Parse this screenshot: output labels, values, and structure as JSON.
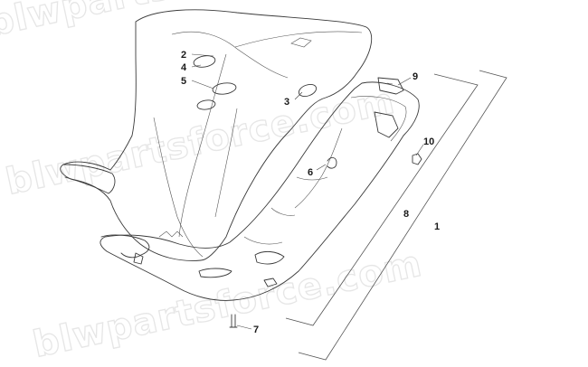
{
  "watermark": {
    "text": "blwpartsforce.com"
  },
  "callouts": [
    {
      "id": "c1",
      "label": "1"
    },
    {
      "id": "c2",
      "label": "2"
    },
    {
      "id": "c3",
      "label": "3"
    },
    {
      "id": "c4",
      "label": "4"
    },
    {
      "id": "c5",
      "label": "5"
    },
    {
      "id": "c6",
      "label": "6"
    },
    {
      "id": "c7",
      "label": "7"
    },
    {
      "id": "c8",
      "label": "8"
    },
    {
      "id": "c9",
      "label": "9"
    },
    {
      "id": "c10",
      "label": "10"
    }
  ],
  "colors": {
    "line": "#3a3a3a",
    "watermark": "#e6e6e6",
    "background": "#ffffff"
  }
}
